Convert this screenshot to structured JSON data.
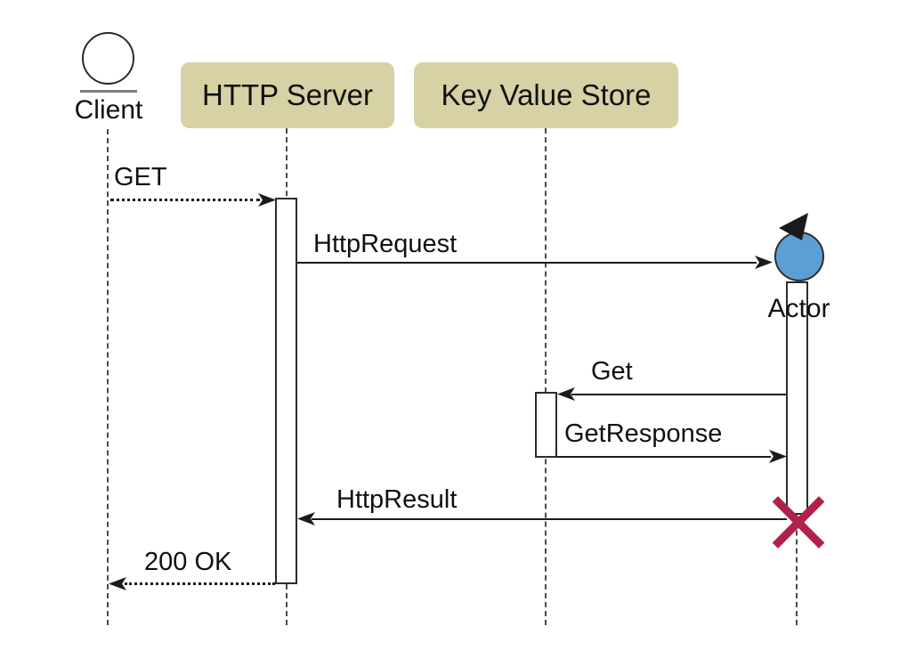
{
  "diagram": {
    "kind": "uml-sequence-diagram",
    "participants": [
      {
        "id": "client",
        "label": "Client",
        "symbol": "entity-circle"
      },
      {
        "id": "http_server",
        "label": "HTTP Server",
        "symbol": "box"
      },
      {
        "id": "kv_store",
        "label": "Key Value Store",
        "symbol": "box"
      },
      {
        "id": "actor",
        "label": "Actor",
        "symbol": "control-circle"
      }
    ],
    "messages": [
      {
        "label": "GET",
        "from": "Client",
        "to": "HTTP Server",
        "line": "dashed",
        "direction": "right"
      },
      {
        "label": "HttpRequest",
        "from": "HTTP Server",
        "to": "Actor",
        "line": "solid",
        "direction": "right"
      },
      {
        "label": "Get",
        "from": "Actor",
        "to": "Key Value Store",
        "line": "solid",
        "direction": "left"
      },
      {
        "label": "GetResponse",
        "from": "Key Value Store",
        "to": "Actor",
        "line": "solid",
        "direction": "right"
      },
      {
        "label": "HttpResult",
        "from": "Actor",
        "to": "HTTP Server",
        "line": "solid",
        "direction": "left"
      },
      {
        "label": "200 OK",
        "from": "HTTP Server",
        "to": "Client",
        "line": "dashed",
        "direction": "left"
      }
    ],
    "annotations": {
      "destruction_marker": "X at end of Actor lifeline"
    },
    "colors": {
      "participant_box_fill": "#d6d2a6",
      "control_circle_fill": "#5b9fd5",
      "destroy_cross": "#b02349",
      "line_color": "#1a1a1a",
      "lifeline_color": "#4a4a4a",
      "background": "#ffffff"
    }
  }
}
